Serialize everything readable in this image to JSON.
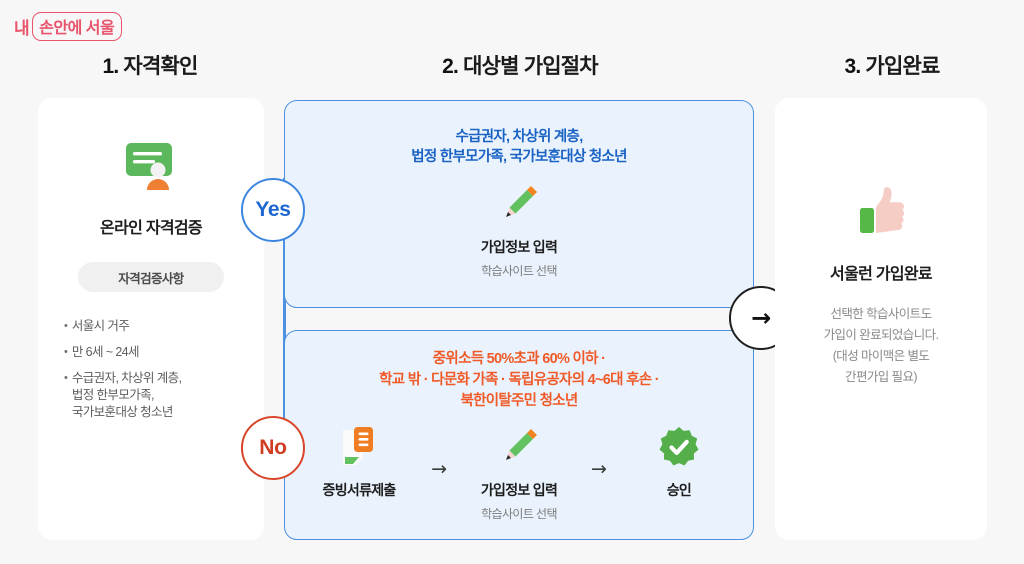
{
  "brand": {
    "part1": "내",
    "part2": "손안에 서울",
    "color": "#e8546b"
  },
  "columns": [
    {
      "num": "1.",
      "title": " 자격확인"
    },
    {
      "num": "2.",
      "title": " 대상별 가입절차"
    },
    {
      "num": "3.",
      "title": " 가입완료"
    }
  ],
  "left_card": {
    "icon": "id-card-person-icon",
    "label": "온라인 자격검증",
    "pill_label": "자격검증사항",
    "bullets": [
      {
        "lines": [
          "서울시 거주"
        ]
      },
      {
        "lines": [
          "만 6세 ~ 24세"
        ]
      },
      {
        "lines": [
          "수급권자, 차상위 계층,",
          "법정 한부모가족,",
          "국가보훈대상 청소년"
        ]
      }
    ]
  },
  "branch": {
    "yes_label": "Yes",
    "no_label": "No",
    "yes_color": "#1e66d0",
    "no_color": "#d13d22",
    "arrow_glyph": "→"
  },
  "panel_yes": {
    "heading_lines": [
      "수급권자, 차상위 계층,",
      "법정 한부모가족, 국가보훈대상 청소년"
    ],
    "heading_color": "#1a62c4",
    "steps": [
      {
        "icon": "pencil-icon",
        "label": "가입정보 입력",
        "sub": "학습사이트 선택"
      }
    ]
  },
  "panel_no": {
    "heading_lines": [
      "중위소득 50%초과 60% 이하 ·",
      "학교 밖 · 다문화 가족 · 독립유공자의 4~6대 후손 ·",
      "북한이탈주민 청소년"
    ],
    "heading_color": "#f05a28",
    "steps": [
      {
        "icon": "document-upload-icon",
        "label": "증빙서류제출",
        "sub": ""
      },
      {
        "icon": "pencil-icon",
        "label": "가입정보 입력",
        "sub": "학습사이트 선택"
      },
      {
        "icon": "check-badge-icon",
        "label": "승인",
        "sub": ""
      }
    ],
    "arrow_glyph": "→"
  },
  "right_card": {
    "icon": "thumbs-up-icon",
    "label": "서울런 가입완료",
    "note_lines": [
      "선택한 학습사이트도",
      "가입이 완료되었습니다.",
      "(대성 마이맥은 별도",
      "간편가입 필요)"
    ]
  }
}
